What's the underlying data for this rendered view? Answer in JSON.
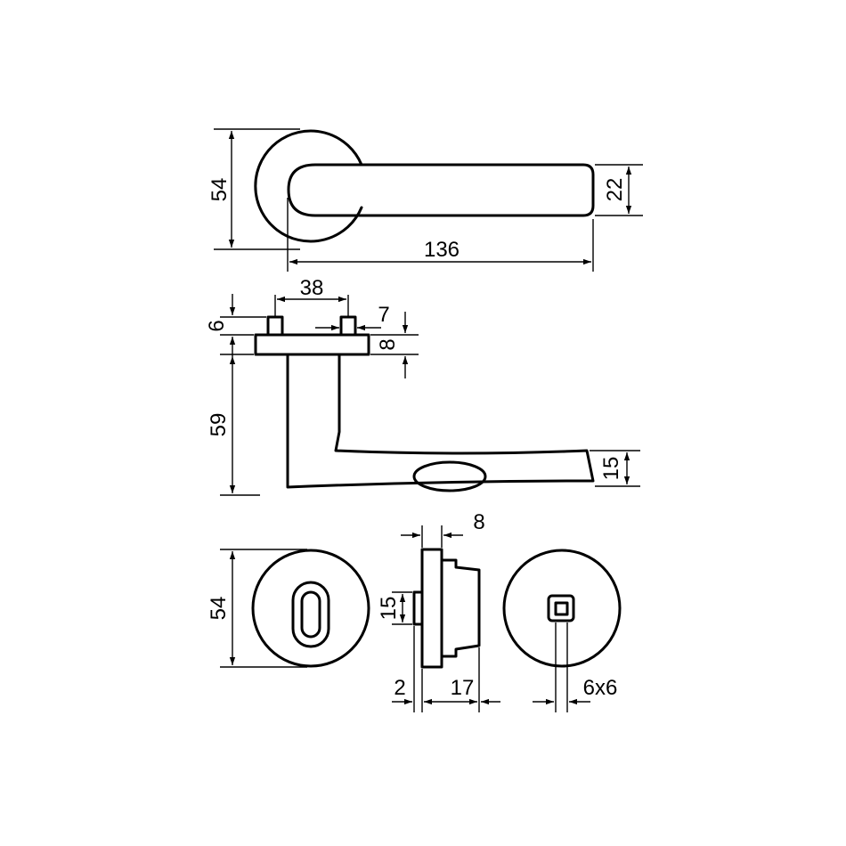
{
  "drawing": {
    "top_view": {
      "rose_diameter": "54",
      "lever_length": "136",
      "lever_thickness": "22"
    },
    "side_view": {
      "pin_spacing": "38",
      "pin_width": "7",
      "pin_height": "6",
      "rose_height": "8",
      "lever_height": "59",
      "lever_end_thickness": "15"
    },
    "escutcheon_front": {
      "diameter": "54"
    },
    "escutcheon_side": {
      "flange_thickness": "8",
      "key_height": "15",
      "key_depth": "2",
      "body_depth": "17"
    },
    "turn_rose": {
      "square_spindle": "6x6"
    }
  }
}
